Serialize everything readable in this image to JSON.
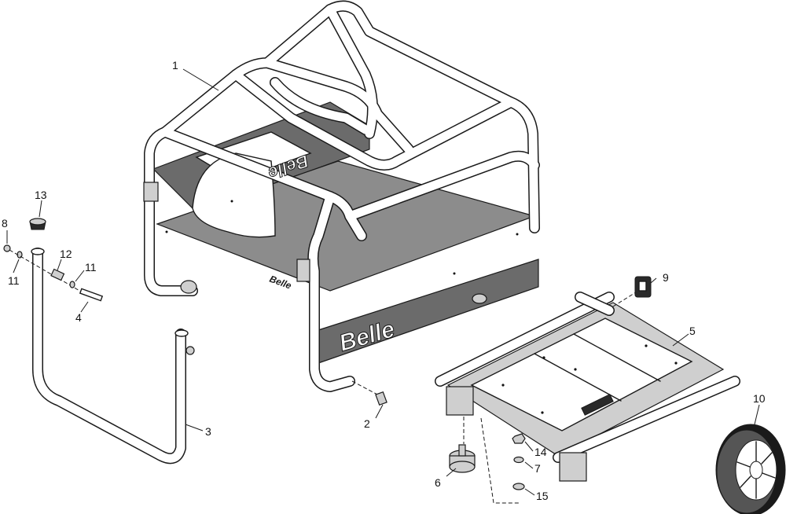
{
  "diagram": {
    "brand_text": "Belle",
    "callouts": [
      "1",
      "2",
      "3",
      "4",
      "5",
      "6",
      "7",
      "8",
      "9",
      "10",
      "11",
      "11",
      "12",
      "13",
      "14",
      "15"
    ]
  }
}
